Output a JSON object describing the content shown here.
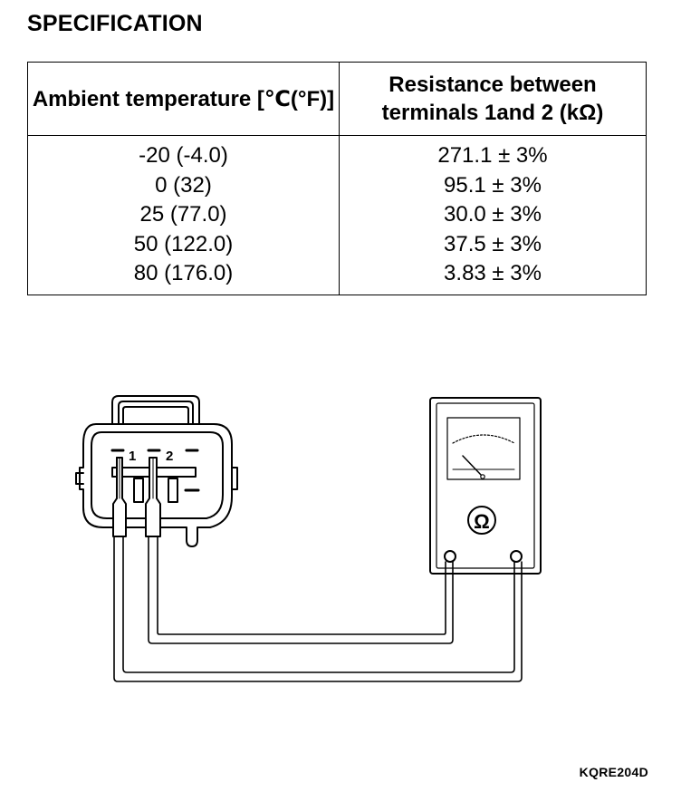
{
  "title": "SPECIFICATION",
  "table": {
    "headers": [
      {
        "line1": "Ambient temperature",
        "line2": "[℃(°F)]"
      },
      {
        "line1": "Resistance between",
        "line2": "terminals 1and 2 (kΩ)"
      }
    ],
    "rows": [
      {
        "temperature": "-20 (-4.0)",
        "resistance": "271.1 ± 3%"
      },
      {
        "temperature": "0 (32)",
        "resistance": "95.1 ± 3%"
      },
      {
        "temperature": "25 (77.0)",
        "resistance": "30.0 ± 3%"
      },
      {
        "temperature": "50 (122.0)",
        "resistance": "37.5 ± 3%"
      },
      {
        "temperature": "80 (176.0)",
        "resistance": "3.83 ± 3%"
      }
    ]
  },
  "diagram": {
    "terminal_1_label": "1",
    "terminal_2_label": "2",
    "meter_symbol": "Ω"
  },
  "figure_code": "KQRE204D"
}
